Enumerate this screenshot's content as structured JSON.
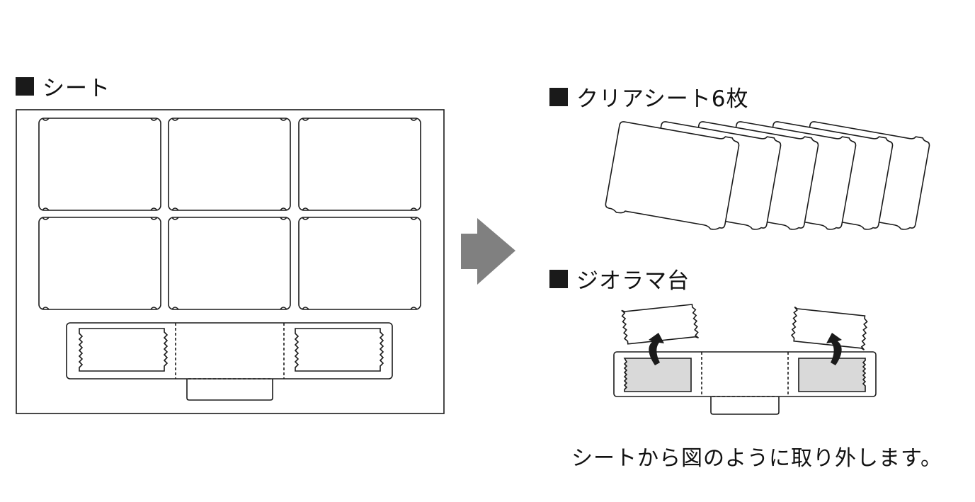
{
  "headings": {
    "sheet": "シート",
    "clear_sheets": "クリアシート6枚",
    "diorama_base": "ジオラマ台"
  },
  "caption": "シートから図のように取り外します。",
  "colors": {
    "marker": "#1a1a1a",
    "arrow": "#808080",
    "shaded_slot": "#d9d9d9"
  },
  "icons": [
    "square-bullet-icon",
    "right-arrow-icon",
    "curved-up-arrow-icon"
  ]
}
